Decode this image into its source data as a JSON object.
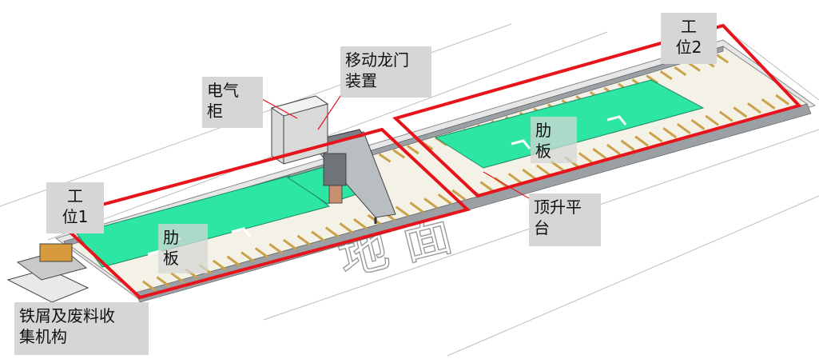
{
  "labels": {
    "electrical_cabinet": "电气\n柜",
    "gantry": "移动龙门\n装置",
    "station1": "工\n位1",
    "station2": "工\n位2",
    "rib_plate_left": "肋\n板",
    "rib_plate_right": "肋\n板",
    "lift_platform": "顶升平\n台",
    "chip_collector": "铁屑及废料收\n集机构",
    "ground": "地  面"
  },
  "colors": {
    "station_frame": "#e8141b",
    "plate": "#2ee6a4",
    "frame_grey": "#8a8f94",
    "callout_bg": "#d6d6d6"
  }
}
